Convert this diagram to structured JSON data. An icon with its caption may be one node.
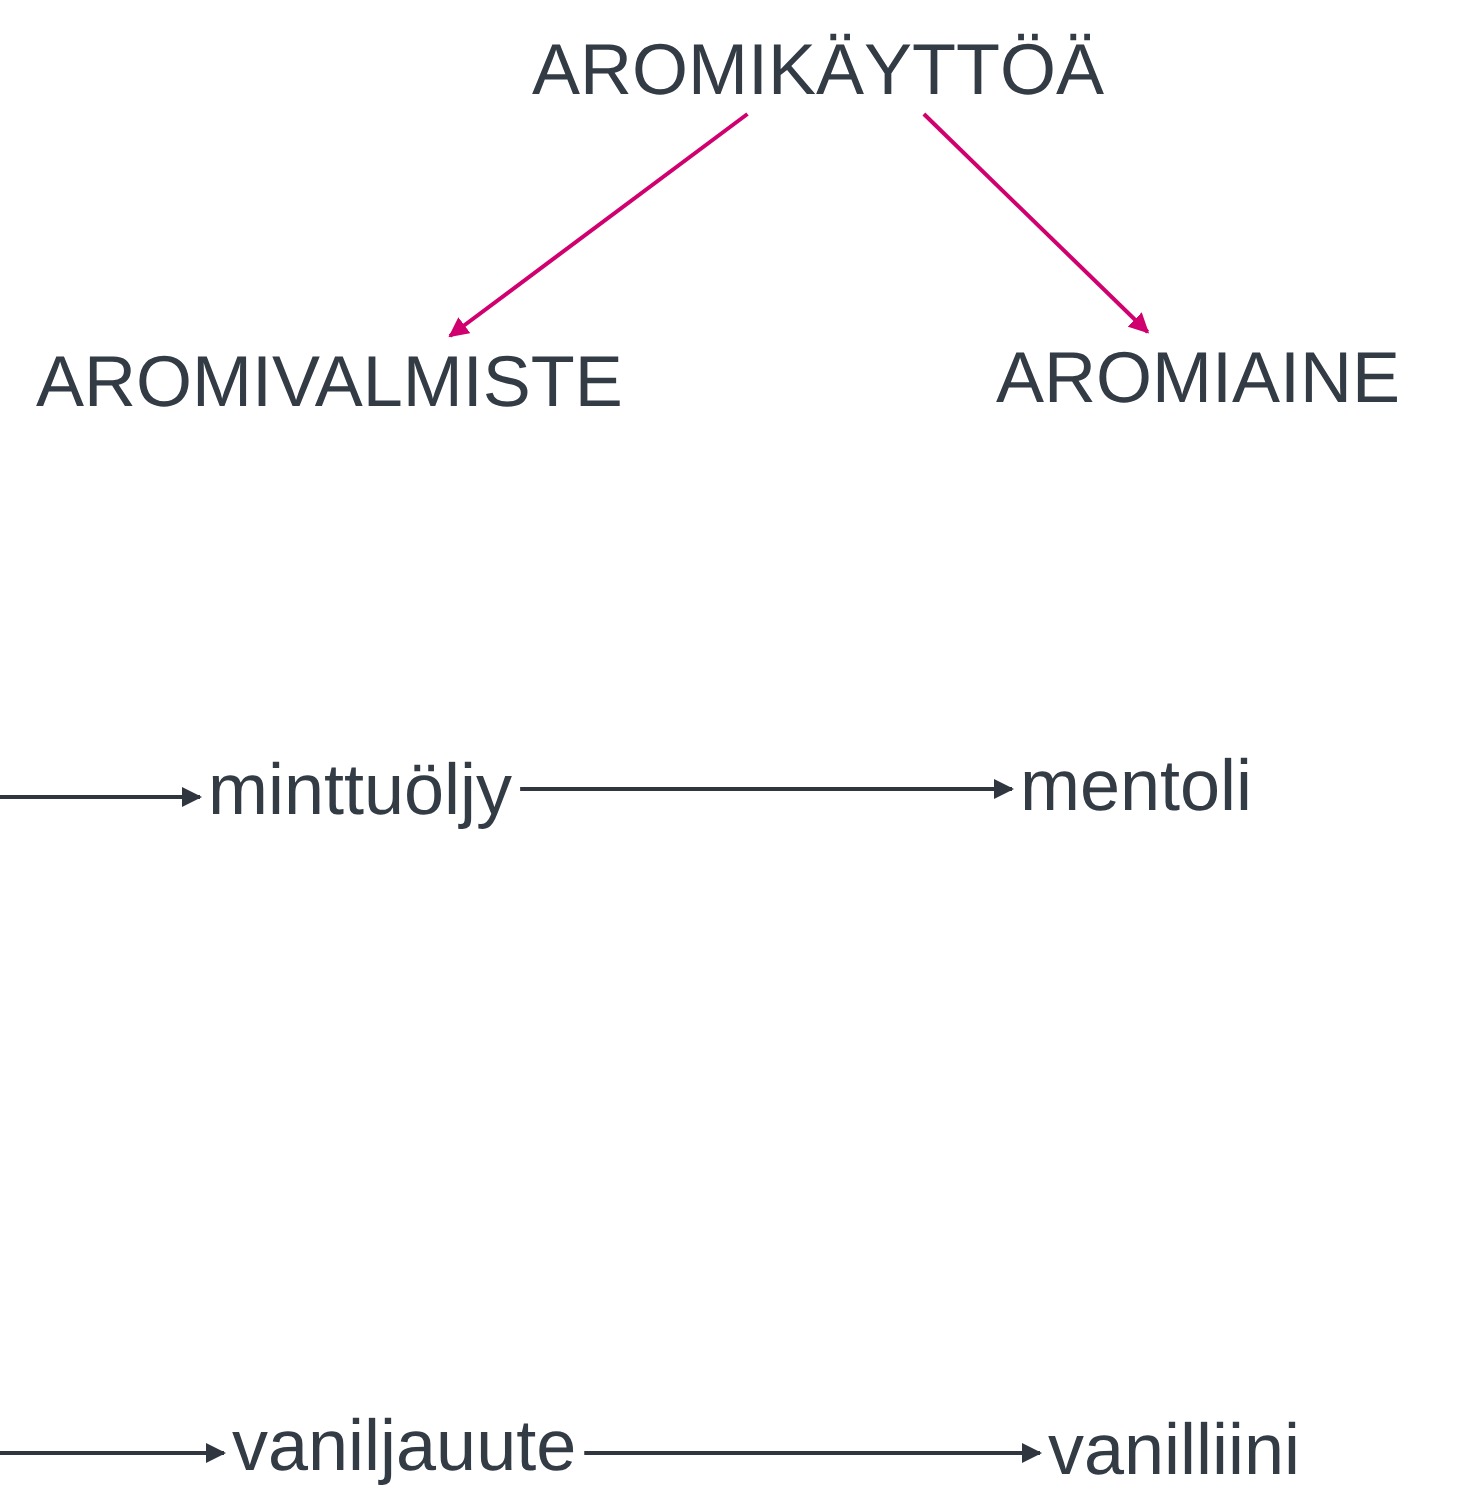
{
  "diagram": {
    "nodes": [
      {
        "text": [
          "AROMIKÄYTTÖÄ"
        ]
      },
      {
        "text": [
          "AROMIVALMISTE"
        ]
      },
      {
        "text": [
          "AROMIAINE"
        ]
      },
      {
        "text": [
          "minttuöljy"
        ]
      },
      {
        "text": [
          "mentoli"
        ]
      },
      {
        "text": [
          "vaniljauute"
        ]
      },
      {
        "text": [
          "vanilliini"
        ]
      }
    ],
    "edges": [
      {
        "from": 0,
        "to": 1,
        "arrow": "to",
        "color": "#d0006f"
      },
      {
        "from": 0,
        "to": 2,
        "arrow": "to",
        "color": "#d0006f"
      },
      {
        "from": null,
        "to": 3,
        "arrow": "to"
      },
      {
        "from": 3,
        "to": 4,
        "arrow": "to"
      },
      {
        "from": null,
        "to": 5,
        "arrow": "to"
      },
      {
        "from": 5,
        "to": 6,
        "arrow": "to"
      }
    ]
  }
}
